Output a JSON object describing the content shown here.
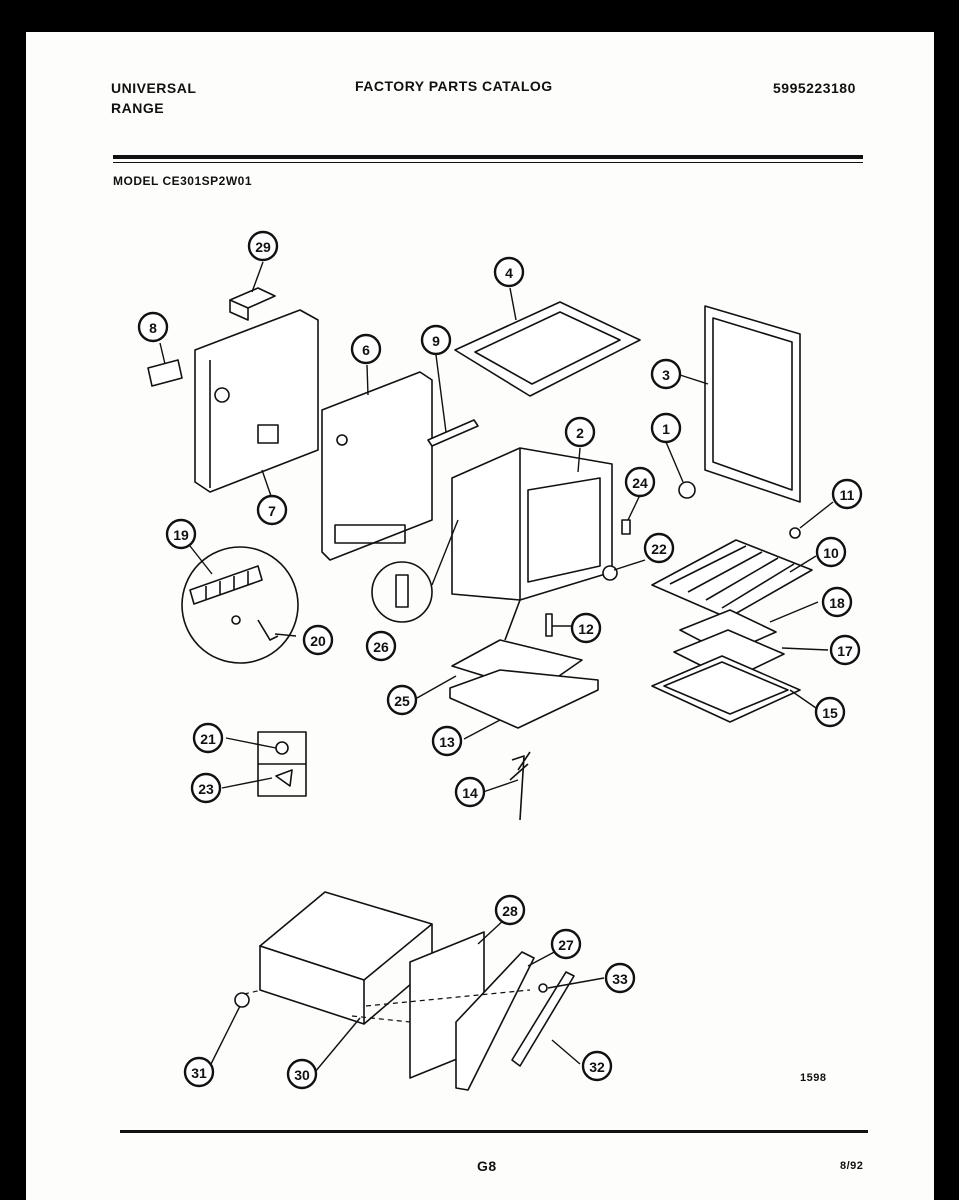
{
  "header": {
    "brand_line1": "UNIVERSAL",
    "brand_line2": "RANGE",
    "catalog_title": "FACTORY PARTS CATALOG",
    "catalog_number": "5995223180",
    "model": "MODEL CE301SP2W01"
  },
  "callouts": [
    "29",
    "4",
    "8",
    "6",
    "9",
    "3",
    "1",
    "2",
    "24",
    "11",
    "7",
    "22",
    "10",
    "19",
    "18",
    "12",
    "26",
    "20",
    "17",
    "25",
    "15",
    "21",
    "13",
    "23",
    "14",
    "28",
    "27",
    "33",
    "31",
    "30",
    "32"
  ],
  "diagram_code": "1598",
  "footer": {
    "page": "G8",
    "date": "8/92"
  }
}
